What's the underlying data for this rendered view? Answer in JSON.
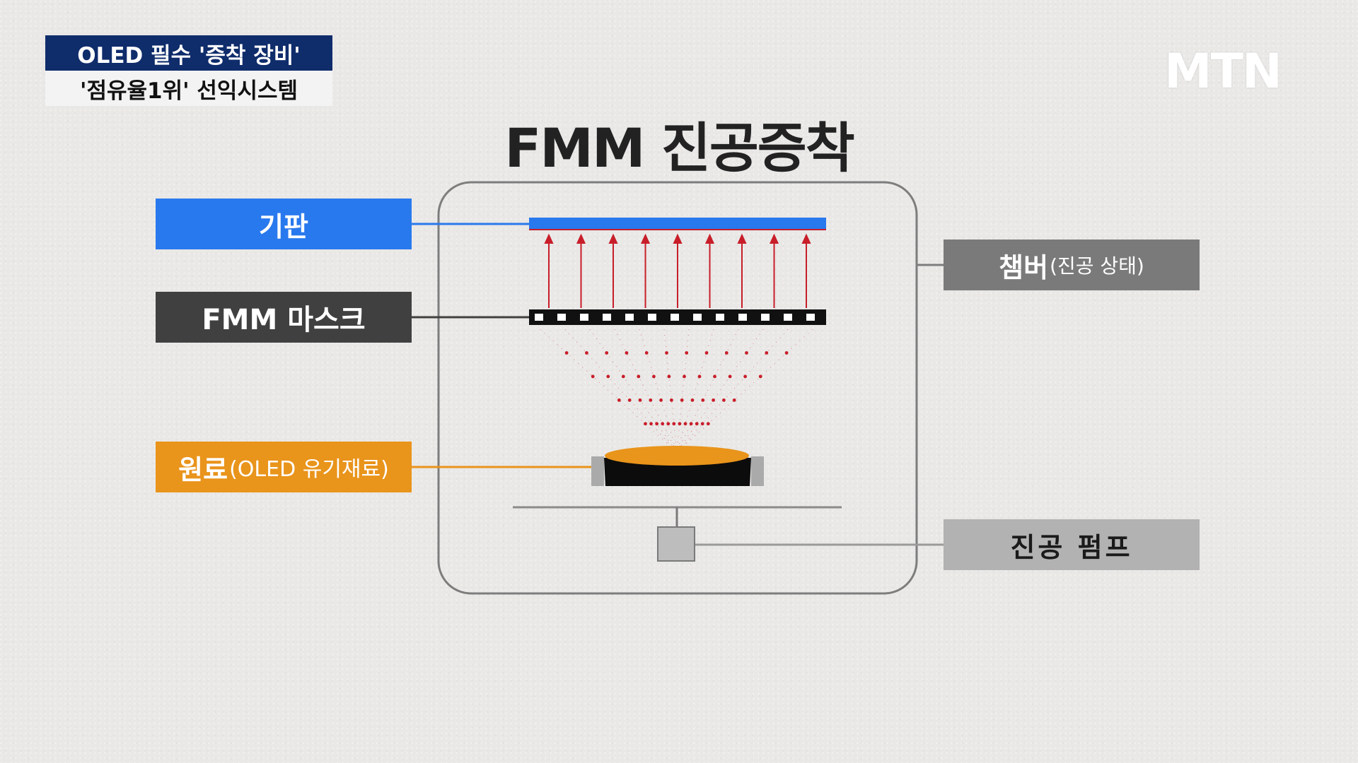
{
  "caption": {
    "line1": "OLED 필수 '증착 장비'",
    "line2": "'점유율1위' 선익시스템"
  },
  "logo": "MTN",
  "title": "FMM 진공증착",
  "labels": {
    "substrate": "기판",
    "mask": "FMM 마스크",
    "source_main": "원료",
    "source_sub": "(OLED 유기재료)",
    "chamber_main": "챔버",
    "chamber_sub": "(진공 상태)",
    "pump": "진공 펌프"
  },
  "colors": {
    "substrate": "#2979ee",
    "mask": "#404040",
    "source": "#e9941b",
    "chamber": "#7a7a7a",
    "pump": "#b2b2b2",
    "arrow": "#c81e2a"
  }
}
